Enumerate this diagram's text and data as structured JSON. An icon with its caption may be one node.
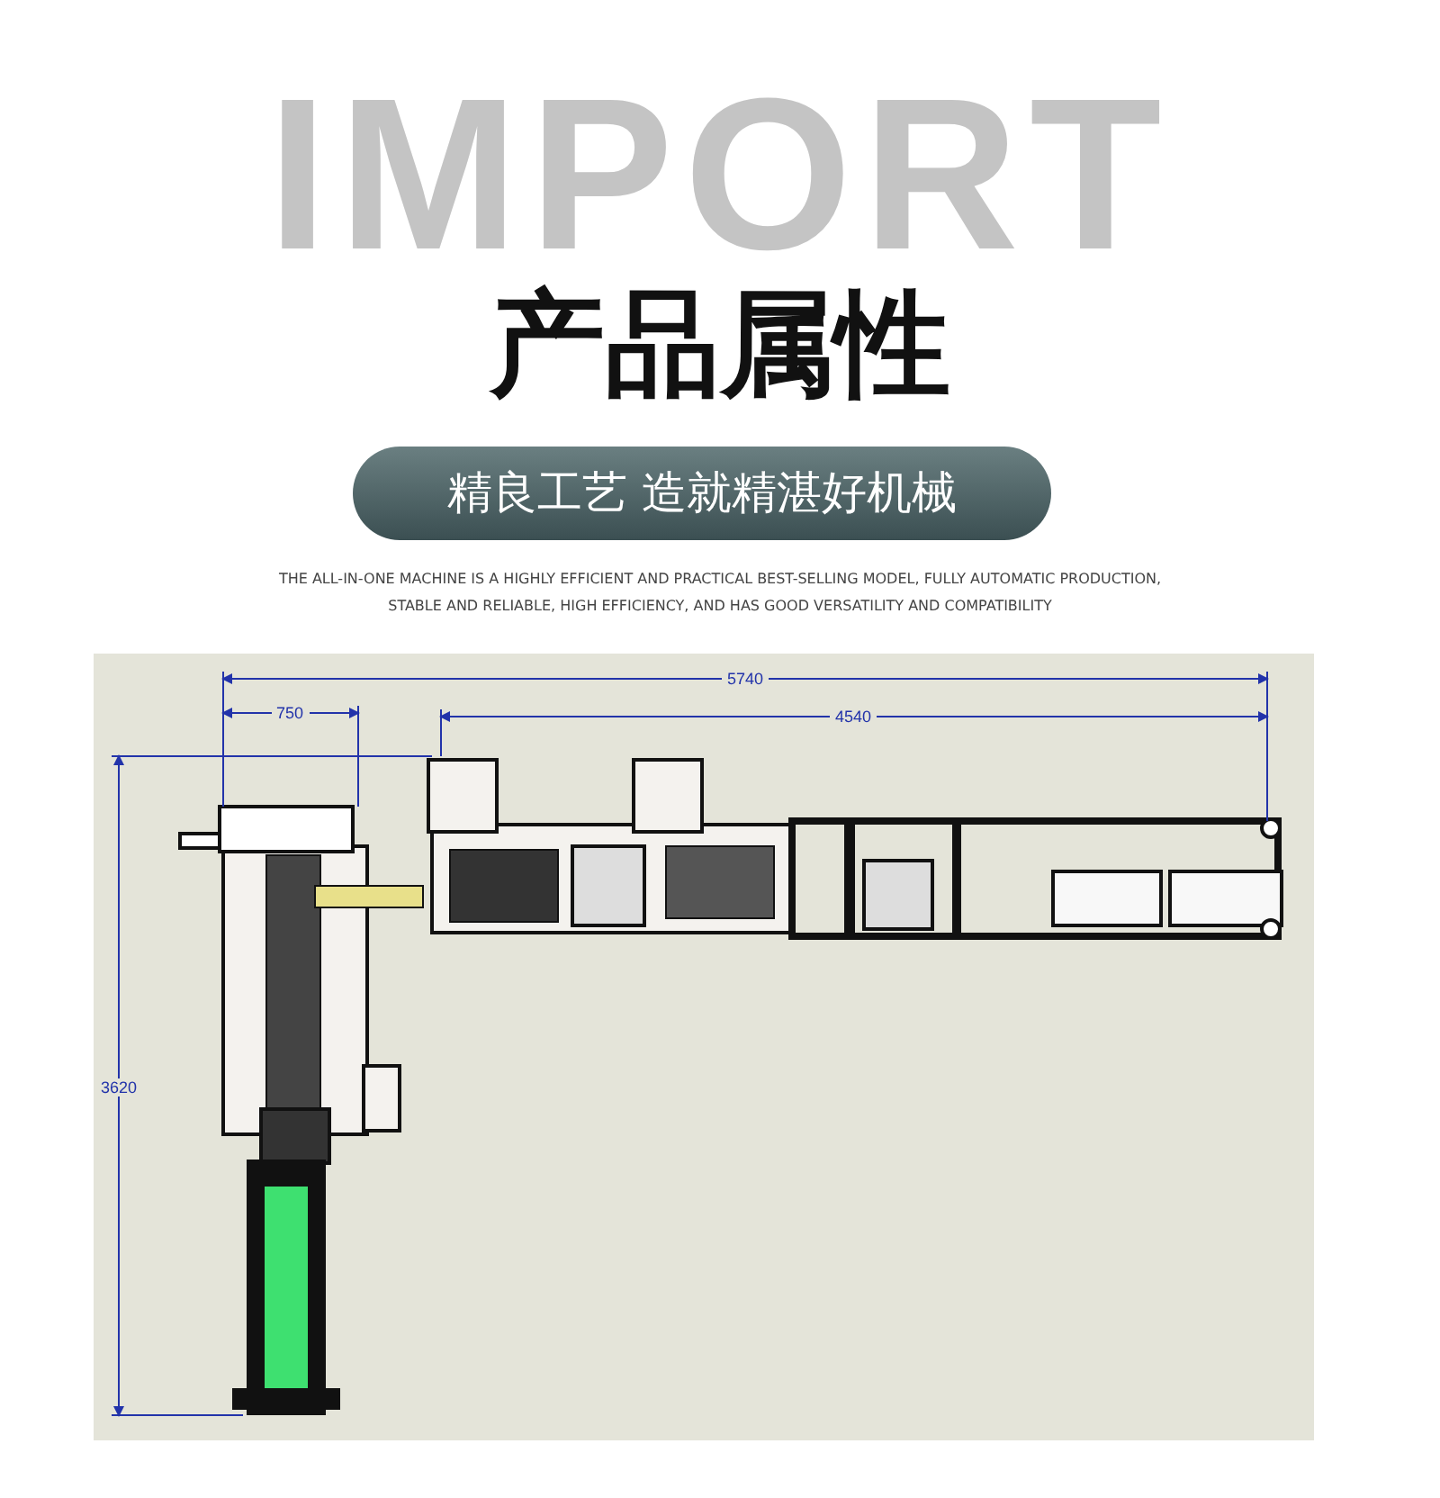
{
  "diagram": {
    "title": "产品属性",
    "labels": [
      "IMPORT",
      "精良工艺 造就精湛好机械",
      "THE ALL-IN-ONE MACHINE IS A HIGHLY EFFICIENT AND PRACTICAL BEST-SELLING MODEL, FULLY AUTOMATIC PRODUCTION, STABLE AND RELIABLE, HIGH EFFICIENCY, AND HAS GOOD VERSATILITY AND COMPATIBILITY",
      "5740",
      "750",
      "4540",
      "3620"
    ]
  }
}
